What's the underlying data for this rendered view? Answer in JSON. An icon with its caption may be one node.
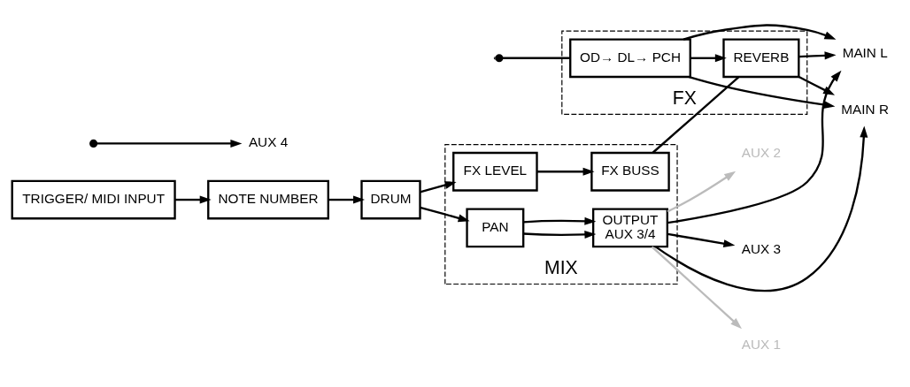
{
  "diagram": {
    "nodes": [
      {
        "text": [
          "MIX"
        ]
      },
      {
        "text": [
          "FX"
        ]
      },
      {
        "text": [
          "TRIGGER/ MIDI INPUT"
        ]
      },
      {
        "text": [
          "NOTE NUMBER"
        ]
      },
      {
        "text": [
          "DRUM"
        ]
      },
      {
        "text": [
          "PAN"
        ],
        "in": 0
      },
      {
        "text": [
          "OUTPUT",
          "AUX 3/4"
        ],
        "in": 0
      },
      {
        "text": [
          "FX LEVEL"
        ],
        "in": 0
      },
      {
        "text": [
          "FX BUSS"
        ],
        "in": 0
      },
      {
        "text": [
          "REVERB"
        ],
        "in": 1
      },
      {
        "text": [
          "OD→ DL→ PCH"
        ],
        "in": 1
      },
      {
        "text": [
          "MAIN L"
        ]
      },
      {
        "text": [
          "AUX 1"
        ]
      },
      {
        "text": [
          "MAIN R"
        ]
      },
      {
        "text": [
          "AUX 2"
        ]
      },
      {
        "text": [
          "AUX 3"
        ]
      },
      {
        "text": [
          "AUX 4"
        ]
      }
    ],
    "edges": [
      {
        "from": 2,
        "to": 3,
        "arrow": "to"
      },
      {
        "from": 3,
        "to": 4,
        "arrow": "to"
      },
      {
        "from": 4,
        "to": 5,
        "arrow": "to"
      },
      {
        "from": 4,
        "to": 7,
        "arrow": "to"
      },
      {
        "from": 5,
        "to": 6,
        "arrow": "to"
      },
      {
        "from": 5,
        "to": 6,
        "arrow": "to"
      },
      {
        "from": 7,
        "to": 8,
        "arrow": "to"
      },
      {
        "from": 8,
        "to": 9,
        "arrow": "none"
      },
      {
        "from": 10,
        "to": 9,
        "arrow": "to"
      },
      {
        "from": null,
        "to": 10,
        "arrow": "other"
      },
      {
        "from": 6,
        "to": 11,
        "arrow": "to"
      },
      {
        "from": 6,
        "to": 12,
        "arrow": "to",
        "color": "#bbbbbb"
      },
      {
        "from": 6,
        "to": 13,
        "arrow": "to"
      },
      {
        "from": 6,
        "to": 14,
        "arrow": "to",
        "color": "#bbbbbb"
      },
      {
        "from": 6,
        "to": 15,
        "arrow": "to"
      },
      {
        "from": null,
        "to": 16,
        "arrow": "to"
      },
      {
        "from": 9,
        "to": 11,
        "arrow": "to"
      },
      {
        "from": 9,
        "to": 13,
        "arrow": "to"
      },
      {
        "from": 10,
        "to": 11,
        "arrow": "to"
      },
      {
        "from": 10,
        "to": 13,
        "arrow": "to"
      }
    ]
  }
}
